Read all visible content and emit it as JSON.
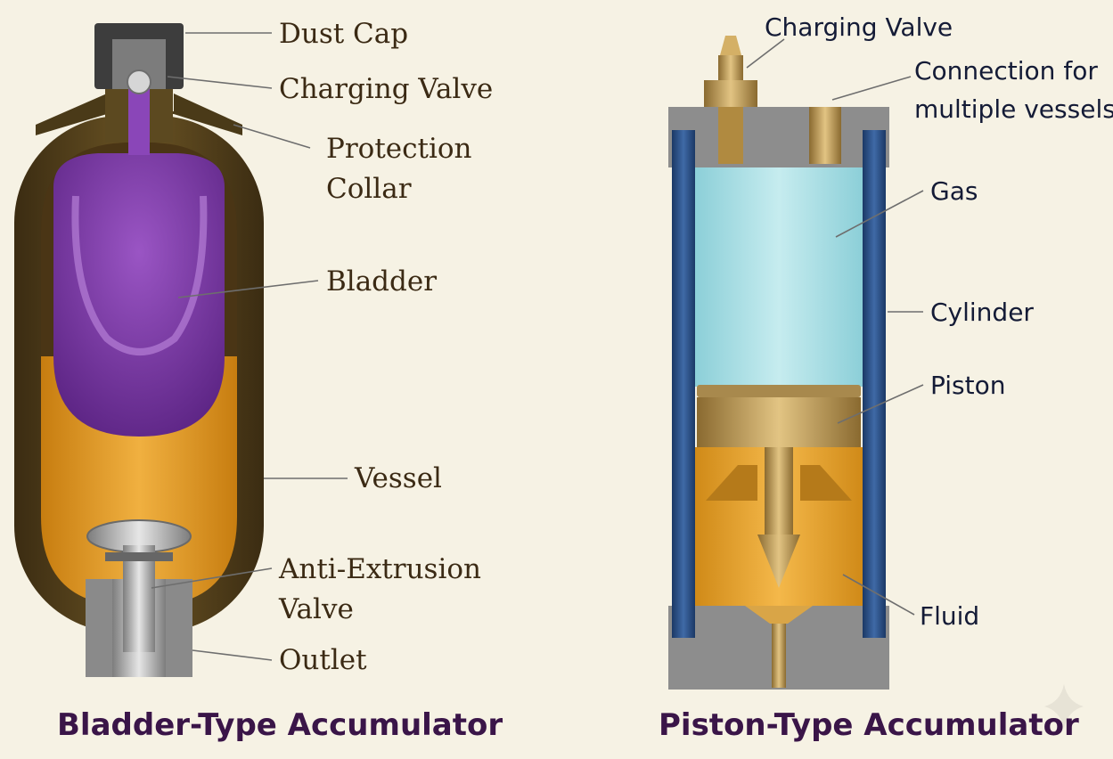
{
  "bladder_diagram": {
    "title": "Bladder-Type Accumulator",
    "labels": {
      "dust_cap": "Dust Cap",
      "charging_valve": "Charging Valve",
      "protection_collar_line1": "Protection",
      "protection_collar_line2": "Collar",
      "bladder": "Bladder",
      "vessel": "Vessel",
      "anti_extrusion_line1": "Anti-Extrusion",
      "anti_extrusion_line2": "Valve",
      "outlet": "Outlet"
    },
    "colors": {
      "vessel_shell": "#5a4520",
      "bladder": "#7e3aa8",
      "fluid": "#d9901c",
      "metal": "#b9b9b9"
    }
  },
  "piston_diagram": {
    "title": "Piston-Type Accumulator",
    "labels": {
      "charging_valve": "Charging Valve",
      "connection_line1": "Connection for",
      "connection_line2": "multiple vessels",
      "gas": "Gas",
      "cylinder": "Cylinder",
      "piston": "Piston",
      "fluid": "Fluid"
    },
    "colors": {
      "cylinder_wall": "#24467a",
      "gas": "#a9dce3",
      "fluid": "#e3a22a",
      "brass": "#c8a35a",
      "caps": "#8d8d8d"
    }
  },
  "icons": {
    "corner_mark": "sparkle-icon"
  }
}
